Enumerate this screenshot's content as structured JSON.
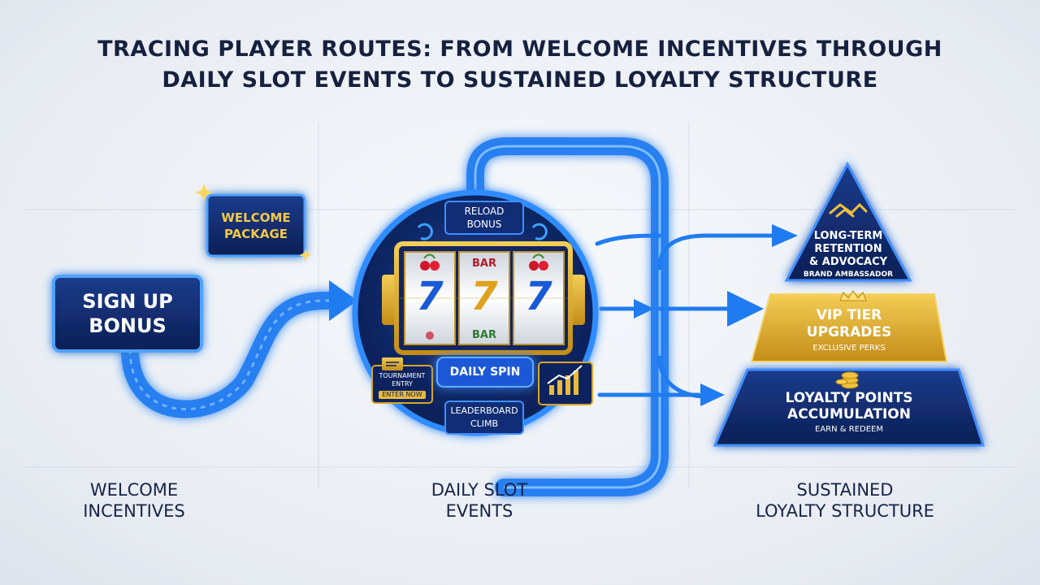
{
  "title": {
    "line1": "TRACING PLAYER ROUTES: FROM WELCOME INCENTIVES THROUGH",
    "line2": "DAILY SLOT EVENTS TO SUSTAINED LOYALTY STRUCTURE"
  },
  "welcome": {
    "package": {
      "line1": "WELCOME",
      "line2": "PACKAGE"
    },
    "signup": {
      "line1": "SIGN UP",
      "line2": "BONUS"
    },
    "label": {
      "line1": "WELCOME",
      "line2": "INCENTIVES"
    }
  },
  "slot": {
    "reload": {
      "line1": "RELOAD",
      "line2": "BONUS"
    },
    "reel_top_symbol": "BAR",
    "reel_bottom_symbol": "BAR",
    "seven": "7",
    "daily_spin": "DAILY SPIN",
    "tournament": {
      "line1": "TOURNAMENT",
      "line2": "ENTRY",
      "cta": "ENTER NOW"
    },
    "leaderboard": {
      "line1": "LEADERBOARD",
      "line2": "CLIMB"
    },
    "label": {
      "line1": "DAILY SLOT",
      "line2": "EVENTS"
    }
  },
  "pyramid": {
    "top": {
      "line1": "LONG-TERM",
      "line2": "RETENTION",
      "line3": "& ADVOCACY",
      "sub": "BRAND AMBASSADOR"
    },
    "middle": {
      "line1": "VIP TIER",
      "line2": "UPGRADES",
      "sub": "EXCLUSIVE PERKS"
    },
    "bottom": {
      "line1": "LOYALTY POINTS",
      "line2": "ACCUMULATION",
      "sub": "EARN & REDEEM"
    },
    "label": {
      "line1": "SUSTAINED",
      "line2": "LOYALTY STRUCTURE"
    }
  },
  "colors": {
    "navy": "#0e2563",
    "glow_blue": "#2f8cff",
    "gold": "#d9a626",
    "path_blue": "#1f7bf0",
    "title": "#16213f"
  },
  "icons": [
    "sparkle-icon",
    "refresh-icon",
    "cherry-icon",
    "ticket-icon",
    "growth-chart-icon",
    "handshake-icon",
    "crown-icon",
    "coins-icon"
  ]
}
